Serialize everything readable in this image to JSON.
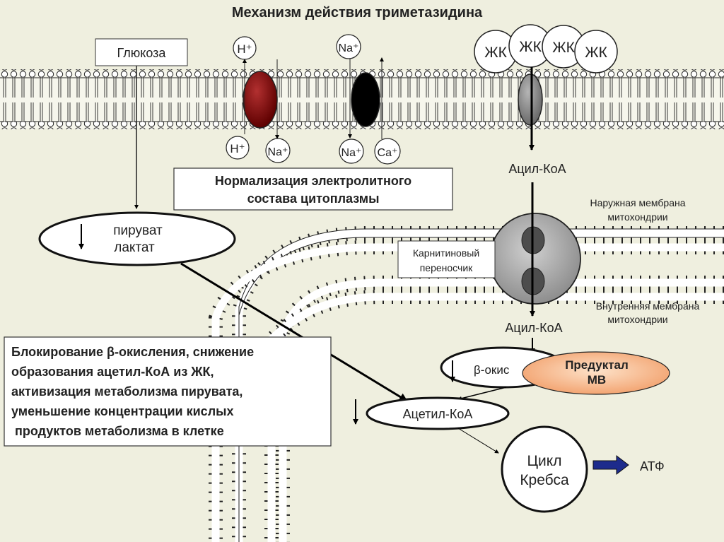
{
  "title": "Механизм действия триметазидина",
  "glucose": "Глюкоза",
  "ions": {
    "h_out": "H⁺",
    "na_out": "Na⁺",
    "h_in": "H⁺",
    "na_in_1": "Na⁺",
    "na_in_2": "Na⁺",
    "ca_in": "Ca⁺"
  },
  "fatty_acid": "ЖК",
  "acyl_coa_top": "Ацил-КоА",
  "acyl_coa_mito": "Ацил-КоА",
  "normalization": {
    "line1": "Нормализация электролитного",
    "line2": "состава цитоплазмы"
  },
  "pyruvate": {
    "line1": "пируват",
    "line2": "лактат"
  },
  "outer_membrane": {
    "line1": "Наружная мембрана",
    "line2": "митохондрии"
  },
  "inner_membrane": {
    "line1": "Внутренняя мембрана",
    "line2": "митохондрии"
  },
  "carnitine": {
    "line1": "Карнитиновый",
    "line2": "переносчик"
  },
  "blocking": {
    "line1": "Блокирование β-окисления, снижение",
    "line2": "образования ацетил-КоА из ЖК,",
    "line3": "активизация метаболизма пирувата,",
    "line4": "уменьшение концентрации кислых",
    "line5": "продуктов метаболизма в клетке"
  },
  "beta_oxidation": "β-окис",
  "preductal": {
    "line1": "Предуктал",
    "line2": "МВ"
  },
  "acetyl_coa": "Ацетил-КоА",
  "krebs": {
    "line1": "Цикл",
    "line2": "Кребса"
  },
  "atp": "АТФ",
  "colors": {
    "background": "#efefdf",
    "membrane_head": "#ffffff",
    "na_h_exchanger": "#7a0000",
    "na_ca_exchanger": "#000000",
    "fa_transporter": "#8c8c8c",
    "carnitine_sphere": "#a8a8a8",
    "preductal_fill": "#f6b487",
    "atp_arrow": "#1d2b8c"
  }
}
